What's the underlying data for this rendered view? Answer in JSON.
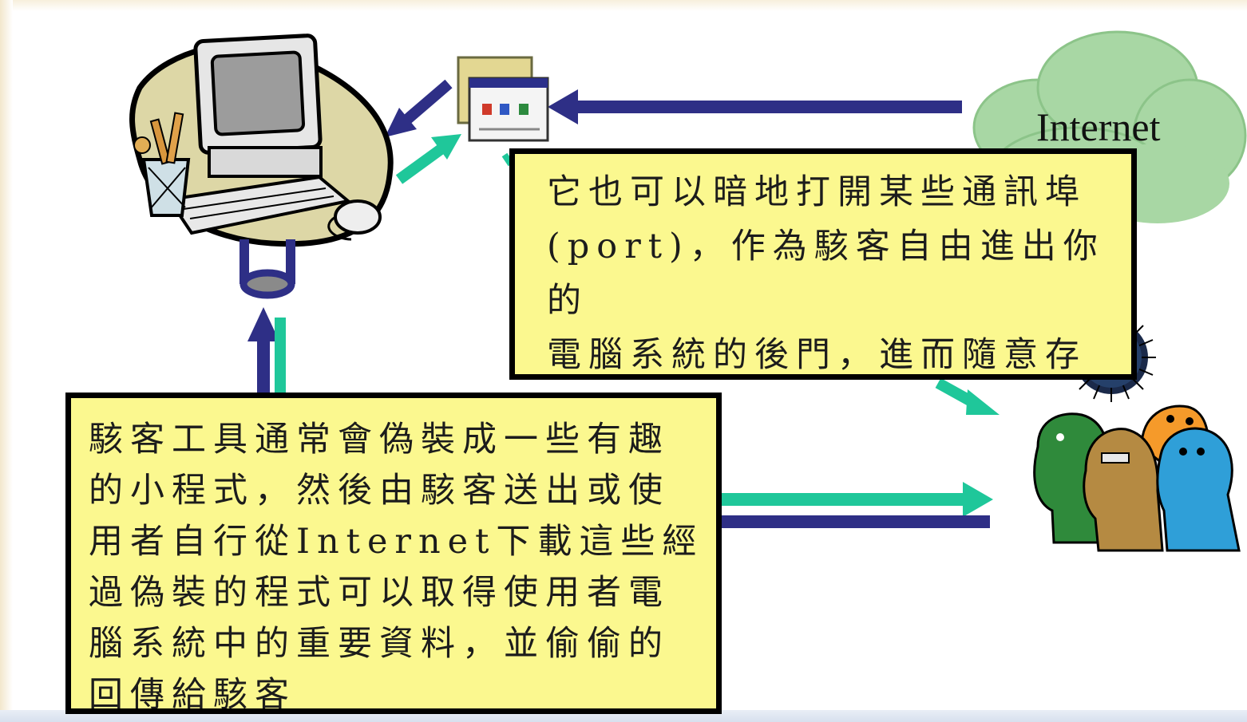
{
  "cloud_label": "Internet",
  "notes": {
    "port": "它也可以暗地打開某些通訊埠\n(port)，作為駭客自由進出你的\n電腦系統的後門，進而隨意存\n取你系統裡面各種重要的檔案",
    "tools": "駭客工具通常會偽裝成一些有趣\n的小程式，然後由駭客送出或使\n用者自行從Internet下載這些經\n過偽裝的程式可以取得使用者電\n腦系統中的重要資料，並偷偷的\n回傳給駭客"
  },
  "colors": {
    "note_fill": "#fbf88f",
    "note_border": "#000000",
    "arrow_navy": "#2e2f86",
    "arrow_teal": "#1fc79a",
    "cloud": "#a8d7a4"
  },
  "icons": [
    "computer-icon",
    "program-folder-icon",
    "internet-cloud-icon",
    "virus-icon",
    "hacker-monsters-icon"
  ]
}
